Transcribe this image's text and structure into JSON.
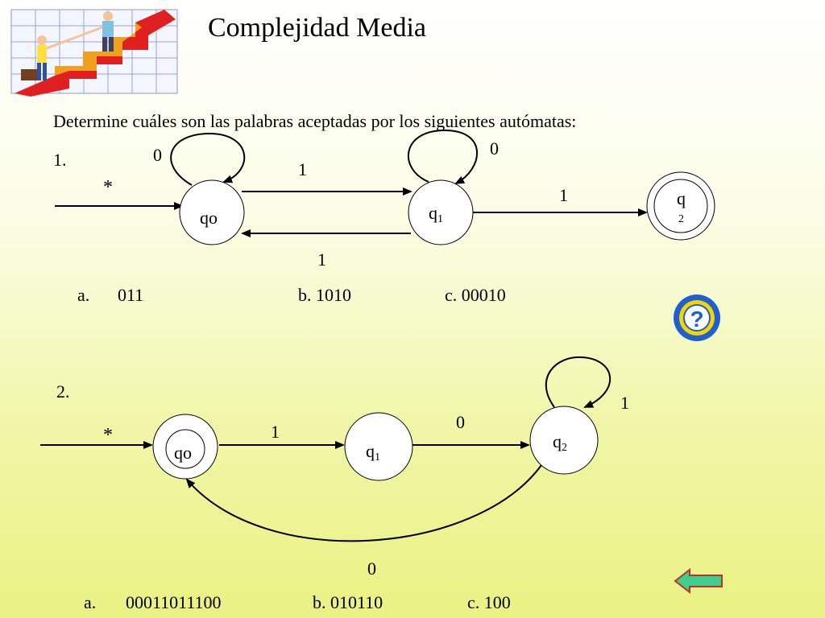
{
  "title": "Complejidad Media",
  "instruction": "Determine cuáles son las palabras aceptadas por los  siguientes autómatas:",
  "automaton1": {
    "number": "1.",
    "start_marker": "*",
    "states": {
      "q0": "qo",
      "q1": "q",
      "q1_sub": "1",
      "q2": "q",
      "q2_sub": "2"
    },
    "transitions": {
      "q0_loop": "0",
      "q0_to_q1": "1",
      "q1_to_q0": "1",
      "q1_loop": "0",
      "q1_to_q2": "1"
    },
    "options": {
      "a_letter": "a.",
      "a_word": "011",
      "b": "b. 1010",
      "c": "c. 00010"
    }
  },
  "automaton2": {
    "number": "2.",
    "start_marker": "*",
    "states": {
      "q0": "qo",
      "q1": "q",
      "q1_sub": "1",
      "q2": "q",
      "q2_sub": "2"
    },
    "transitions": {
      "q0_to_q1": "1",
      "q1_to_q2": "0",
      "q2_loop": "1",
      "q2_to_q0": "0"
    },
    "options": {
      "a_letter": "a.",
      "a_word": "00011011100",
      "b": "b. 010110",
      "c": "c. 100"
    }
  },
  "icons": [
    "business-growth-clipart",
    "help-icon",
    "back-arrow-icon"
  ],
  "colors": {
    "help_blue": "#1f5fd0",
    "help_yellow": "#f5d400",
    "arrow_green": "#3ccf8e"
  }
}
